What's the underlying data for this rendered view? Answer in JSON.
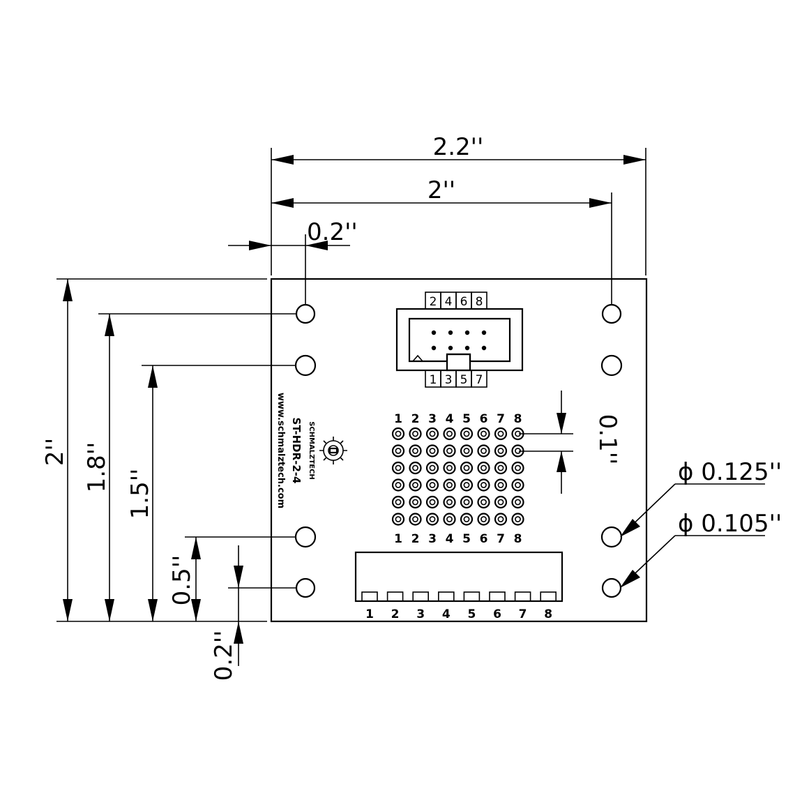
{
  "dimensions": {
    "overall_width": "2.2''",
    "hole_span_width": "2''",
    "hole_offset_x": "0.2''",
    "overall_height": "2''",
    "hole_span_18": "1.8''",
    "hole_span_15": "1.5''",
    "hole_span_05": "0.5''",
    "hole_offset_y": "0.2''",
    "pin_pitch": "0.1''",
    "large_hole_dia": "ϕ 0.125''",
    "small_hole_dia": "ϕ 0.105''"
  },
  "header": {
    "top_pins": [
      "2",
      "4",
      "6",
      "8"
    ],
    "bottom_pins": [
      "1",
      "3",
      "5",
      "7"
    ]
  },
  "pin_grid": {
    "columns": [
      "1",
      "2",
      "3",
      "4",
      "5",
      "6",
      "7",
      "8"
    ],
    "rows": 6
  },
  "terminal_block": {
    "labels": [
      "1",
      "2",
      "3",
      "4",
      "5",
      "6",
      "7",
      "8"
    ]
  },
  "silkscreen": {
    "logo": "SCHMALZTECH",
    "part_number": "ST-HDR-2-4",
    "url": "www.schmalztech.com"
  }
}
